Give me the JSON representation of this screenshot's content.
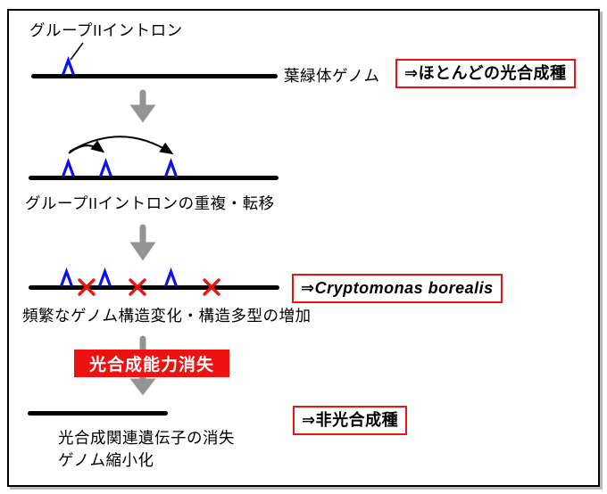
{
  "diagram": {
    "intron_label": "グループIIイントロン",
    "stages": [
      {
        "name": "photosynthetic-ancestor",
        "genome_label": "葉緑体ゲノム",
        "annotation": "⇒ほとんどの光合成種"
      },
      {
        "name": "intron-proliferation",
        "caption": "グループIIイントロンの重複・転移"
      },
      {
        "name": "structural-change",
        "annotation_prefix": "⇒",
        "annotation_species": "Cryptomonas borealis",
        "caption": "頻繁なゲノム構造変化・構造多型の増加"
      },
      {
        "name": "transition-event",
        "event": "光合成能力消失"
      },
      {
        "name": "non-photosynthetic",
        "annotation": "⇒非光合成種",
        "caption_line1": "光合成関連遺伝子の消失",
        "caption_line2": "ゲノム縮小化"
      }
    ],
    "icon_legend": {
      "intron_spike": "group-II-intron",
      "red_x": "genome-rearrangement-break",
      "arc_arrow": "intron-duplication-transfer",
      "gray_arrow": "evolutionary-step"
    }
  },
  "colors": {
    "intron_blue": "#1010EE",
    "accent_red": "#EE1111",
    "arrow_gray": "#949494",
    "line_black": "#000000",
    "frame_shadow": "#b9b9b9"
  }
}
